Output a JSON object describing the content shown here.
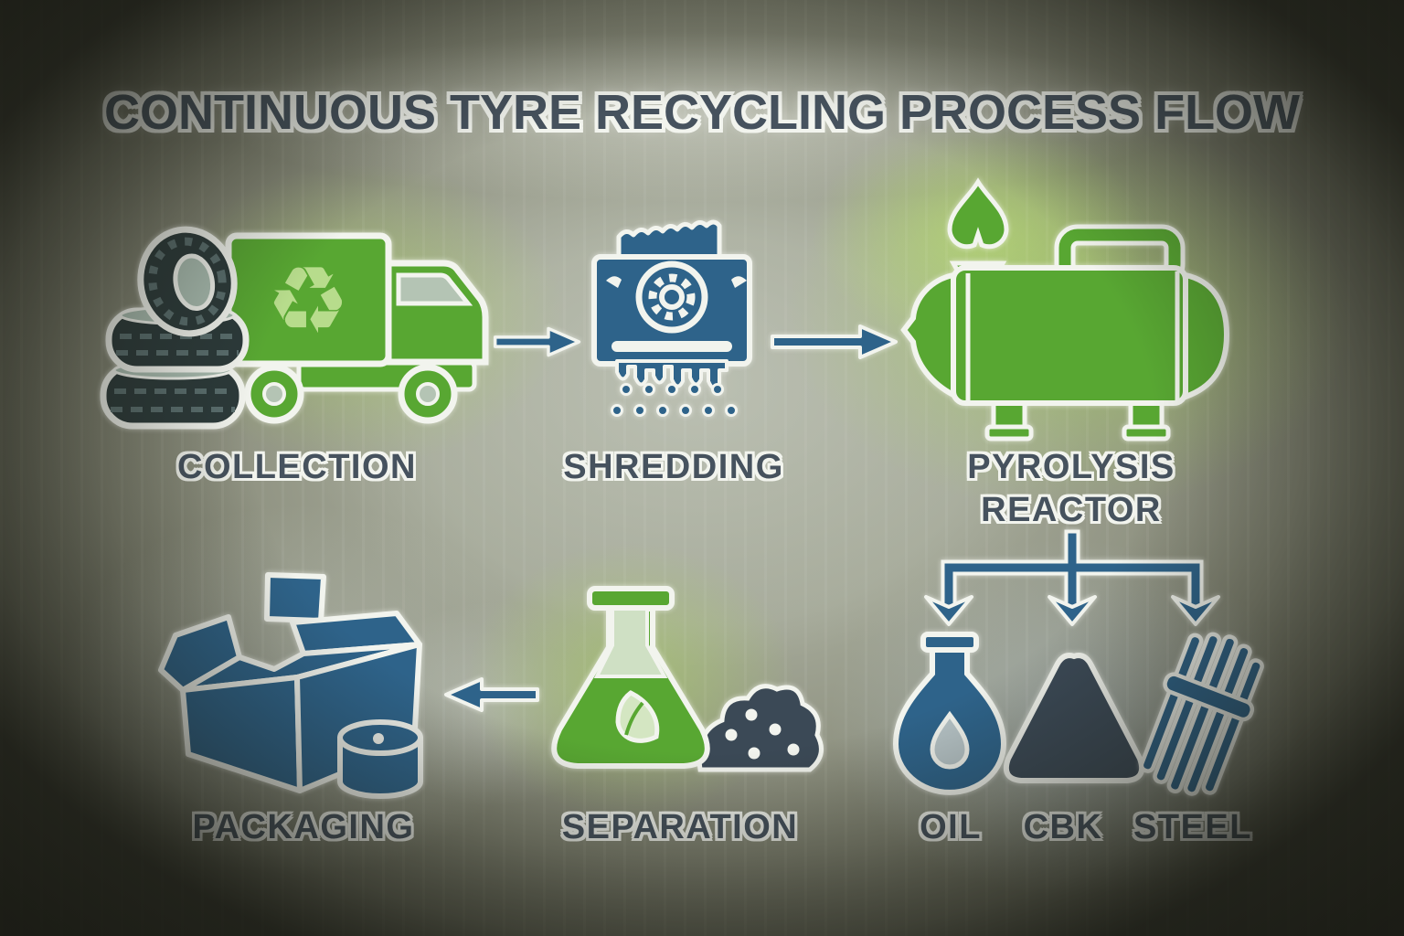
{
  "title": "CONTINUOUS TYRE RECYCLING PROCESS FLOW",
  "colors": {
    "green": "#58a732",
    "green_light": "#b7dc8c",
    "blue": "#2e638a",
    "dark": "#3b4956",
    "label": "#46525e",
    "outline": "#f2f4ee"
  },
  "icons": {
    "recycle_glyph": "♻"
  },
  "stages": {
    "collection": {
      "label": "COLLECTION"
    },
    "shredding": {
      "label": "SHREDDING"
    },
    "pyrolysis": {
      "label_line1": "PYROLYSIS",
      "label_line2": "REACTOR"
    },
    "separation": {
      "label": "SEPARATION"
    },
    "packaging": {
      "label": "PACKAGING"
    },
    "outputs": {
      "oil": {
        "label": "OIL"
      },
      "cbk": {
        "label": "CBK"
      },
      "steel": {
        "label": "STEEL"
      }
    }
  }
}
